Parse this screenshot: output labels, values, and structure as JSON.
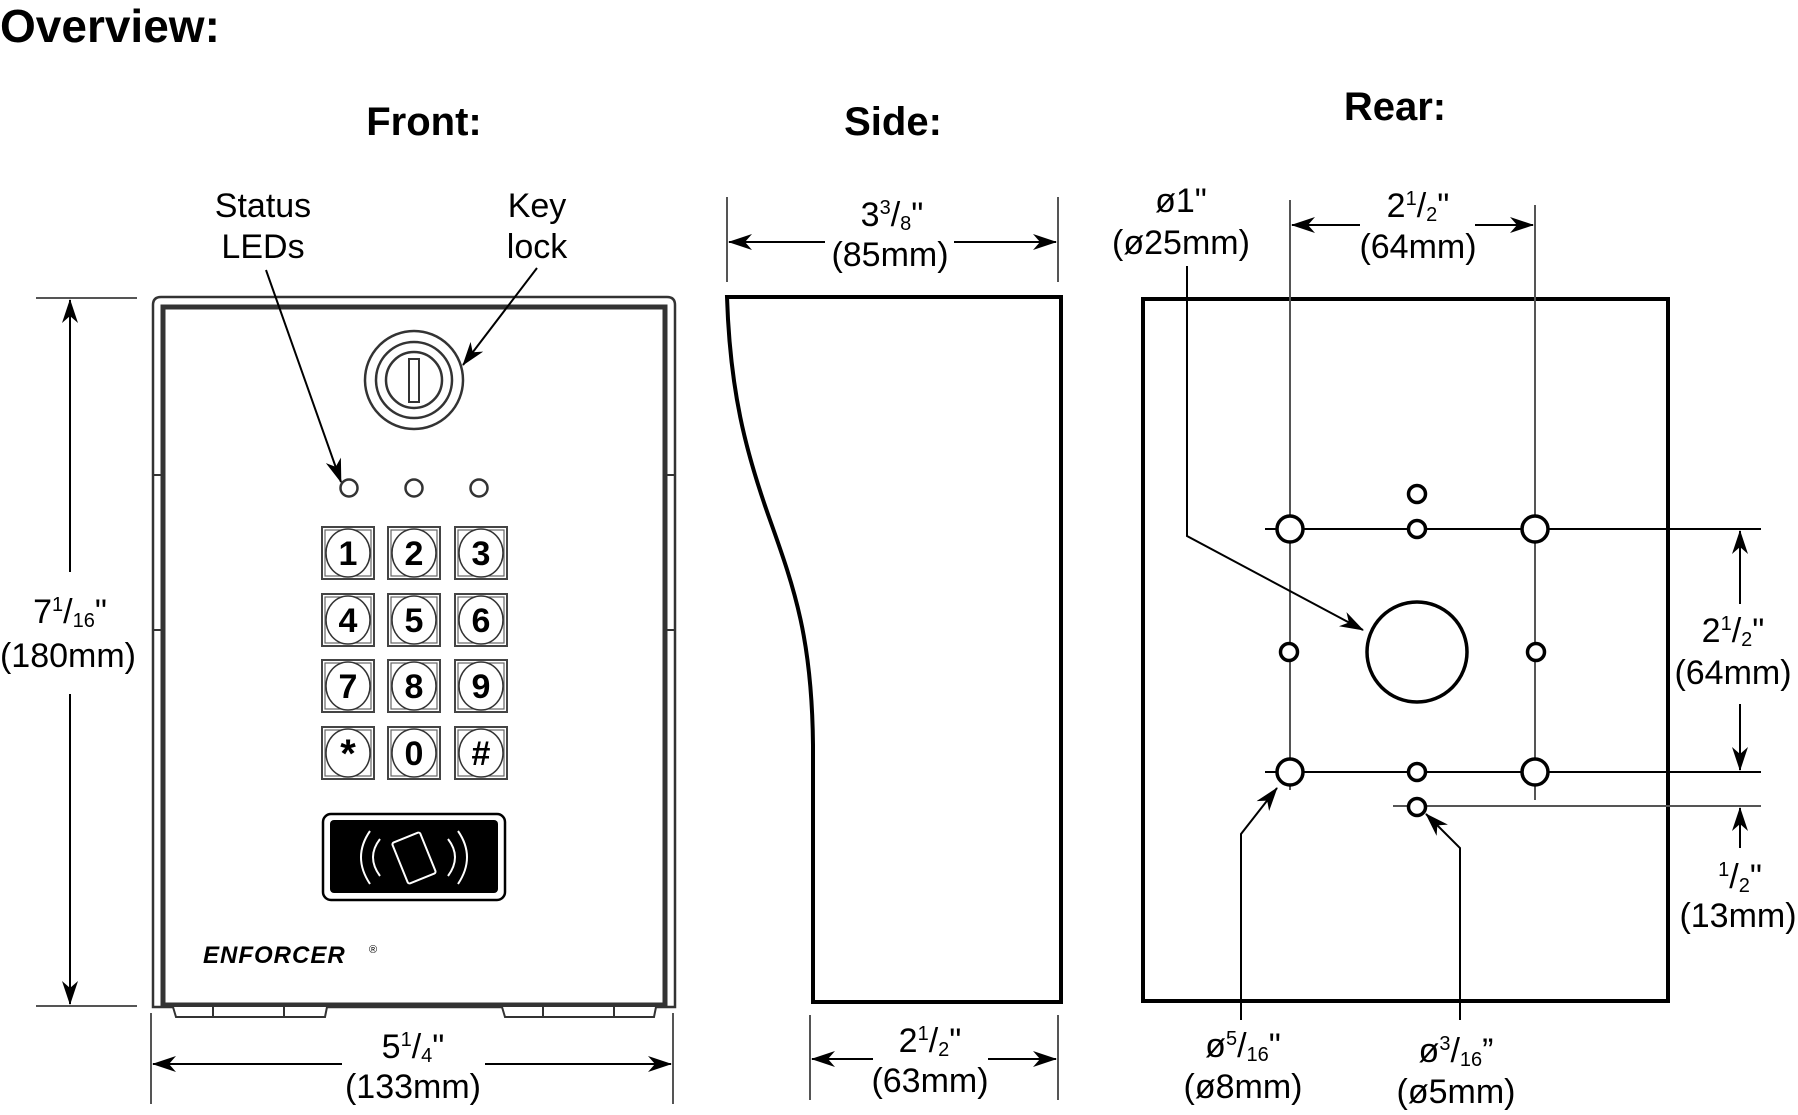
{
  "page_title": "Overview:",
  "views": {
    "front": {
      "title": "Front:",
      "callouts": {
        "status_leds": [
          "Status",
          "LEDs"
        ],
        "key_lock": [
          "Key",
          "lock"
        ]
      },
      "keypad": [
        "1",
        "2",
        "3",
        "4",
        "5",
        "6",
        "7",
        "8",
        "9",
        "*",
        "0",
        "#"
      ],
      "led_count": 3,
      "brand": "ENFORCER",
      "brand_mark": "®",
      "height_dim": {
        "whole": "7",
        "num": "1",
        "den": "16",
        "unit": "\"",
        "metric": "(180mm)"
      },
      "width_dim": {
        "whole": "5",
        "num": "1",
        "den": "4",
        "unit": "\"",
        "metric": "(133mm)"
      }
    },
    "side": {
      "title": "Side:",
      "depth_top_dim": {
        "whole": "3",
        "num": "3",
        "den": "8",
        "unit": "\"",
        "metric": "(85mm)"
      },
      "depth_bottom_dim": {
        "whole": "2",
        "num": "1",
        "den": "2",
        "unit": "\"",
        "metric": "(63mm)"
      }
    },
    "rear": {
      "title": "Rear:",
      "center_hole": {
        "prefix": "ø1\"",
        "metric": "(ø25mm)"
      },
      "horizontal_spacing": {
        "whole": "2",
        "num": "1",
        "den": "2",
        "unit": "\"",
        "metric": "(64mm)"
      },
      "vertical_spacing": {
        "whole": "2",
        "num": "1",
        "den": "2",
        "unit": "\"",
        "metric": "(64mm)"
      },
      "bottom_offset": {
        "whole": "",
        "num": "1",
        "den": "2",
        "unit": "\"",
        "metric": "(13mm)"
      },
      "large_hole": {
        "prefix": "ø",
        "num": "5",
        "den": "16",
        "unit": "\"",
        "metric": "(ø8mm)"
      },
      "small_hole": {
        "prefix": "ø",
        "num": "3",
        "den": "16",
        "unit": "”",
        "metric": "(ø5mm)"
      }
    }
  }
}
